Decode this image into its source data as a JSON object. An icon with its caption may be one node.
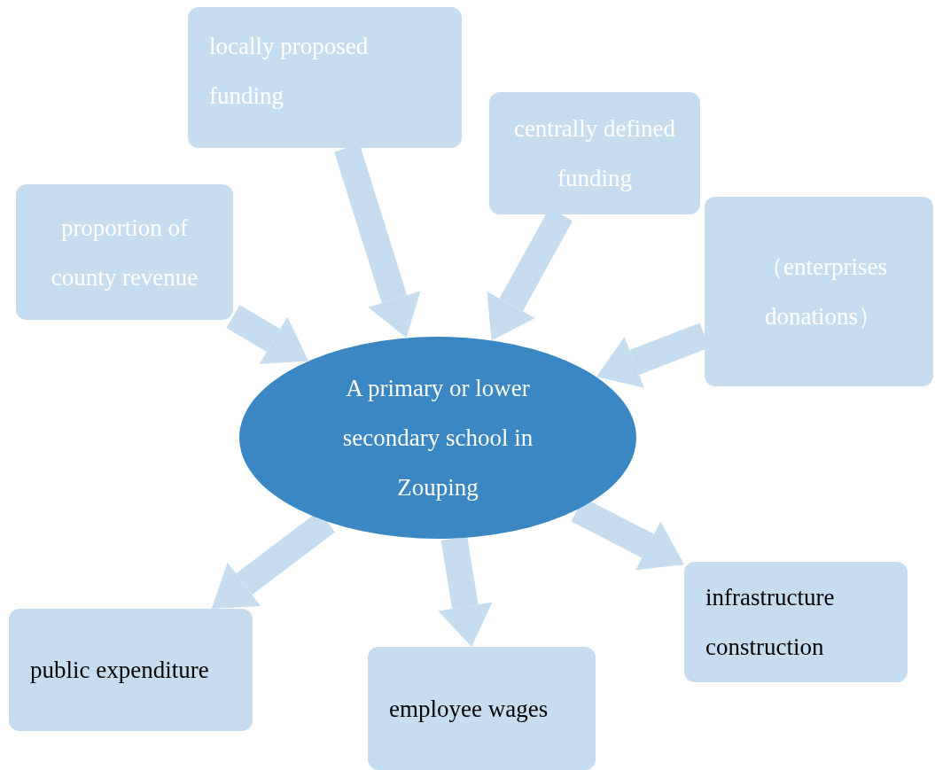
{
  "diagram": {
    "nodes": [
      {
        "text": [
          "locally proposed funding"
        ]
      },
      {
        "text": [
          "centrally defined funding"
        ]
      },
      {
        "text": [
          "proportion of county revenue"
        ]
      },
      {
        "text": [
          "（enterprises donations）"
        ]
      },
      {
        "text": [
          "A primary or lower secondary school in Zouping"
        ]
      },
      {
        "text": [
          "public expenditure"
        ]
      },
      {
        "text": [
          "employee wages"
        ]
      },
      {
        "text": [
          "infrastructure construction"
        ]
      }
    ],
    "edges": [
      {
        "from": 0,
        "to": 4,
        "arrow": "to"
      },
      {
        "from": 1,
        "to": 4,
        "arrow": "to"
      },
      {
        "from": 2,
        "to": 4,
        "arrow": "to"
      },
      {
        "from": 3,
        "to": 4,
        "arrow": "to"
      },
      {
        "from": 4,
        "to": 5,
        "arrow": "to"
      },
      {
        "from": 4,
        "to": 6,
        "arrow": "to"
      },
      {
        "from": 4,
        "to": 7,
        "arrow": "to"
      }
    ]
  }
}
